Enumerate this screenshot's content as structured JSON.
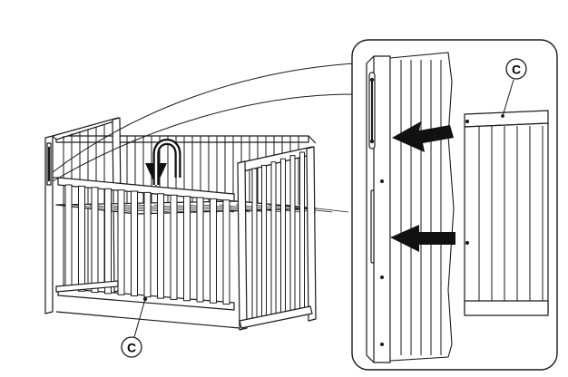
{
  "figure": {
    "type": "assembly-instruction",
    "subject": "crib",
    "colors": {
      "line": "#1a1a1a",
      "fill": "#ffffff",
      "arrow": "#111111"
    },
    "icons": [
      "rotate-arrow-icon",
      "push-arrow-icon"
    ],
    "callouts": {
      "main_part_label": "C",
      "detail_part_label": "C"
    }
  }
}
